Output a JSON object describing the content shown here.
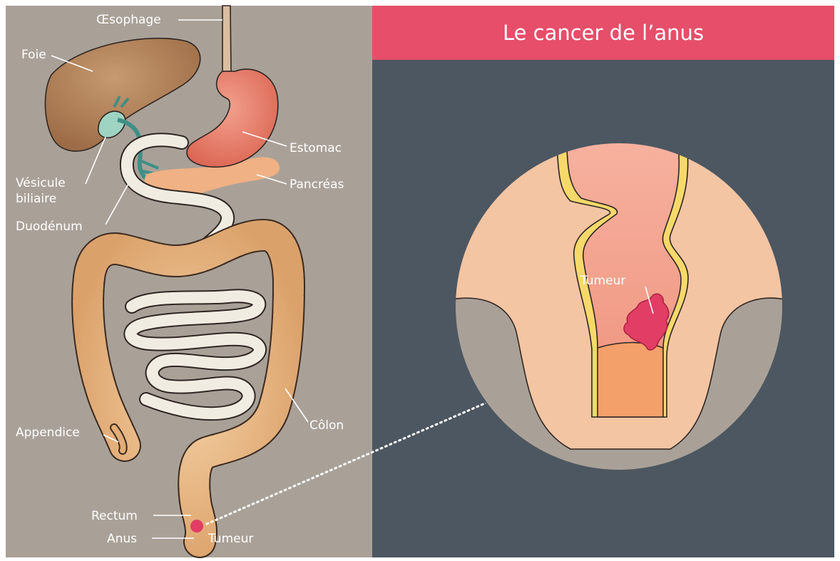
{
  "title": "Le cancer de l’anus",
  "labels": {
    "oesophage": "Œsophage",
    "foie": "Foie",
    "estomac": "Estomac",
    "pancreas": "Pancréas",
    "vesicule_line1": "Vésicule",
    "vesicule_line2": "biliaire",
    "duodenum": "Duodénum",
    "appendice": "Appendice",
    "colon": "Côlon",
    "rectum": "Rectum",
    "anus": "Anus",
    "tumeur_small": "Tumeur",
    "tumeur_zoom": "Tumeur"
  },
  "colors": {
    "banner": "#e64e6a",
    "left_background": "#a9a198",
    "right_background": "#4d5761",
    "tumor": "#e23d64"
  }
}
